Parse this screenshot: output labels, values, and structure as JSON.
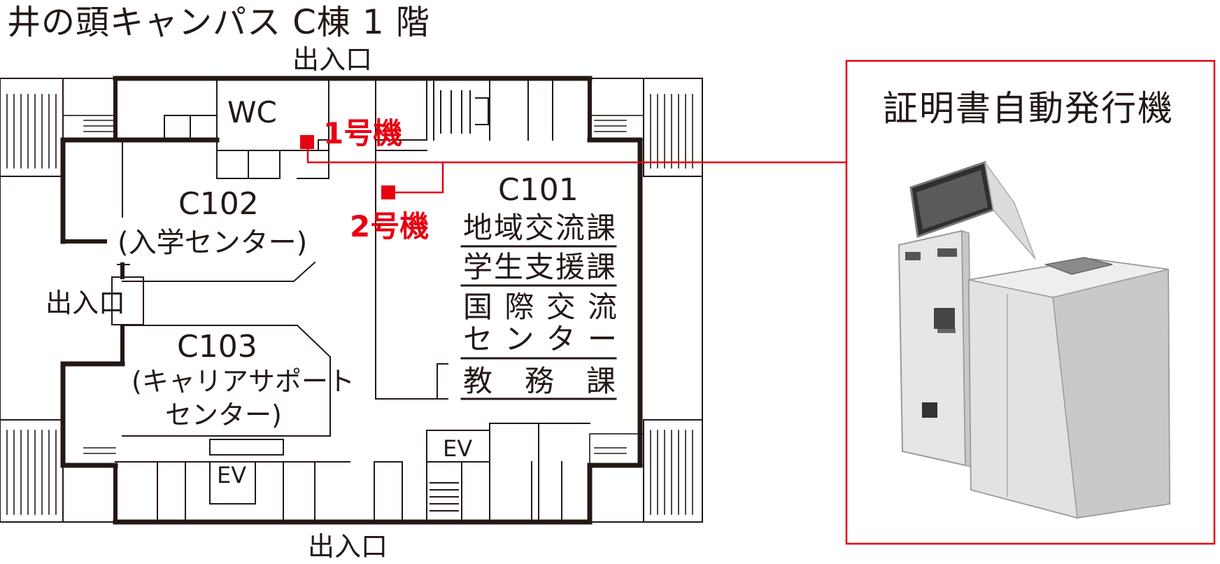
{
  "title": "井の頭キャンパス C棟 1 階",
  "entrance_label": "出入口",
  "restroom_label": "WC",
  "elevator_label": "EV",
  "machines": [
    {
      "label": "1号機"
    },
    {
      "label": "2号機"
    }
  ],
  "rooms": {
    "c101": {
      "number": "C101",
      "departments": [
        "地域交流課",
        "学生支援課",
        "国 際 交 流",
        "セ ン タ ー",
        "教　務　課"
      ]
    },
    "c102": {
      "number": "C102",
      "name": "(入学センター)"
    },
    "c103": {
      "number": "C103",
      "name_line1": "(キャリアサポート",
      "name_line2": "センター)"
    }
  },
  "panel": {
    "title": "証明書自動発行機"
  },
  "colors": {
    "accent_red": "#e60012",
    "line": "#231815"
  }
}
